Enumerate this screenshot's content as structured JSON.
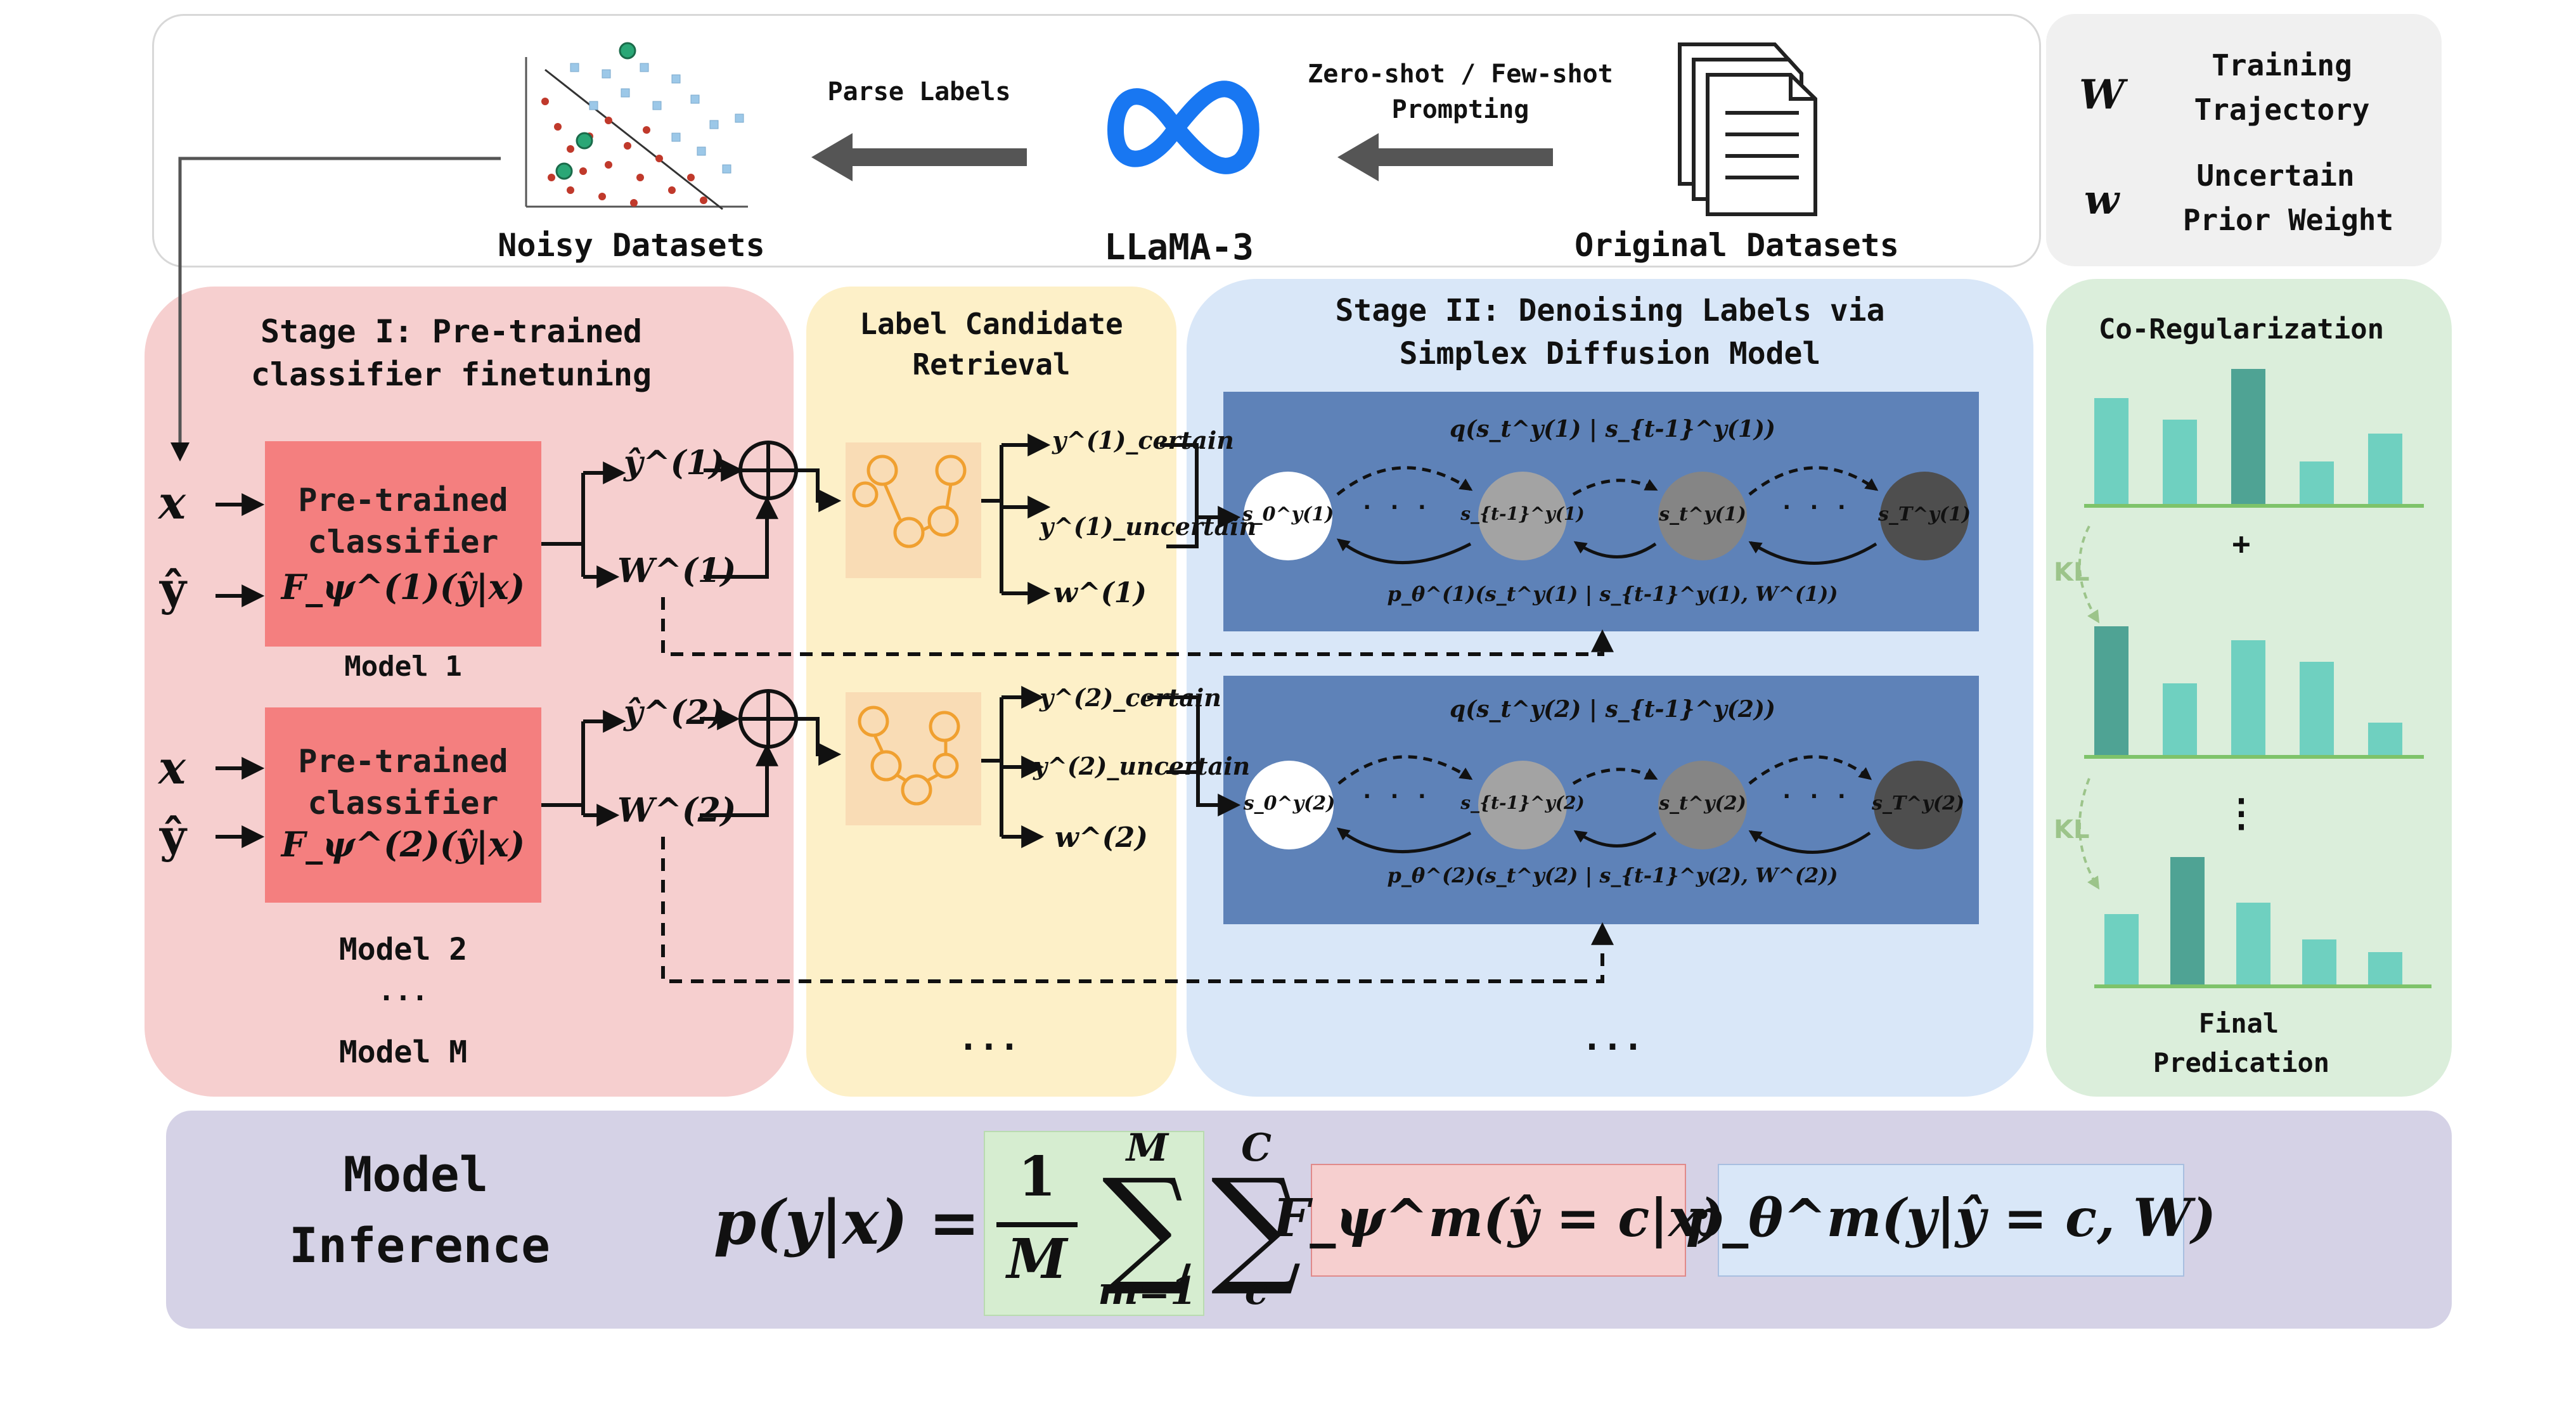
{
  "top": {
    "noisy_datasets": "Noisy Datasets",
    "parse_labels": "Parse Labels",
    "llama": "LLaMA-3",
    "prompting_line1": "Zero-shot / Few-shot",
    "prompting_line2": "Prompting",
    "original_datasets": "Original Datasets"
  },
  "legend": {
    "W_symbol": "W",
    "W_line1": "Training",
    "W_line2": "Trajectory",
    "w_symbol": "w",
    "w_line1": "Uncertain",
    "w_line2": "Prior Weight"
  },
  "stage1": {
    "title_line1": "Stage I: Pre-trained",
    "title_line2": "classifier finetuning",
    "model1": {
      "box_line1": "Pre-trained",
      "box_line2": "classifier",
      "box_line3": "F_ψ^(1)(ŷ|x)",
      "caption": "Model 1"
    },
    "model2": {
      "box_line1": "Pre-trained",
      "box_line2": "classifier",
      "box_line3": "F_ψ^(2)(ŷ|x)",
      "caption": "Model 2"
    },
    "ellipsis": "...",
    "modelM": "Model M",
    "x": "x",
    "yhat": "ŷ",
    "yhat1": "ŷ^(1)",
    "W1": "W^(1)",
    "yhat2": "ŷ^(2)",
    "W2": "W^(2)"
  },
  "retrieval": {
    "title_line1": "Label Candidate",
    "title_line2": "Retrieval",
    "y1_certain": "y^(1)_certain",
    "y1_uncertain": "y^(1)_uncertain",
    "w1": "w^(1)",
    "y2_certain": "y^(2)_certain",
    "y2_uncertain": "y^(2)_uncertain",
    "w2": "w^(2)",
    "ellipsis": "..."
  },
  "stage2": {
    "title_line1": "Stage II: Denoising Labels via",
    "title_line2": "Simplex Diffusion Model",
    "block1": {
      "q": "q(s_t^y(1) | s_{t-1}^y(1))",
      "p": "p_θ^(1)(s_t^y(1) | s_{t-1}^y(1), W^(1))",
      "s0": "s_0^y(1)",
      "st1": "s_{t-1}^y(1)",
      "st": "s_t^y(1)",
      "sT": "s_T^y(1)"
    },
    "block2": {
      "q": "q(s_t^y(2) | s_{t-1}^y(2))",
      "p": "p_θ^(2)(s_t^y(2) | s_{t-1}^y(2), W^(2))",
      "s0": "s_0^y(2)",
      "st1": "s_{t-1}^y(2)",
      "st": "s_t^y(2)",
      "sT": "s_T^y(2)"
    },
    "dots": "· · ·",
    "ellipsis": "..."
  },
  "coreg": {
    "title": "Co-Regularization",
    "plus": "+",
    "kl1": "KL",
    "kl2": "KL",
    "vdots": "⋮",
    "final_line1": "Final",
    "final_line2": "Predication"
  },
  "inference": {
    "title_line1": "Model",
    "title_line2": "Inference",
    "lhs": "p(y|x) =",
    "frac_num": "1",
    "frac_den": "M",
    "sum1_top": "M",
    "sum1_bottom": "m=1",
    "sum2_top": "C",
    "sum2_bottom": "c",
    "term1": "F_ψ^m(ŷ = c|x)",
    "dot": "·",
    "term2": "p_θ^m(y|ŷ = c, W)"
  },
  "colors": {
    "stage1_bg": "#f6cfcf",
    "retrieval_bg": "#fdf0c8",
    "stage2_bg": "#d9e7f8",
    "diffusion_bg": "#5e82b8",
    "coreg_bg": "#dbeedb",
    "inference_bg": "#d5d2e6",
    "classifier_box": "#f47f7f",
    "bar_light": "#6fd0c0",
    "bar_dark": "#4fa394",
    "llama_blue": "#1877f2"
  }
}
